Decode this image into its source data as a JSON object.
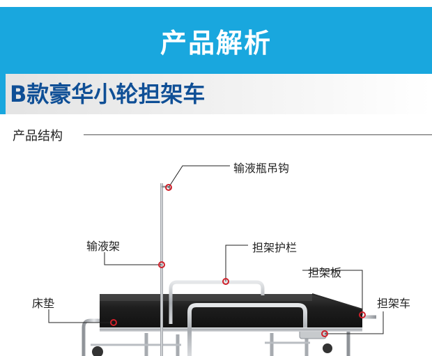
{
  "header": {
    "banner_title": "产品解析",
    "banner_color": "#19a7de"
  },
  "product": {
    "model_title": "B款豪华小轮担架车",
    "title_color": "#0f4f96"
  },
  "section": {
    "label": "产品结构"
  },
  "callouts": {
    "iv_hook": "输液瓶吊钩",
    "iv_stand": "输液架",
    "guardrail": "担架护栏",
    "stretcher_board": "担架板",
    "mattress": "床垫",
    "stretcher_cart": "担架车"
  },
  "colors": {
    "marker_red": "#d0202a",
    "steel": "#b9bdc2",
    "mattress": "#1e1e1e"
  }
}
